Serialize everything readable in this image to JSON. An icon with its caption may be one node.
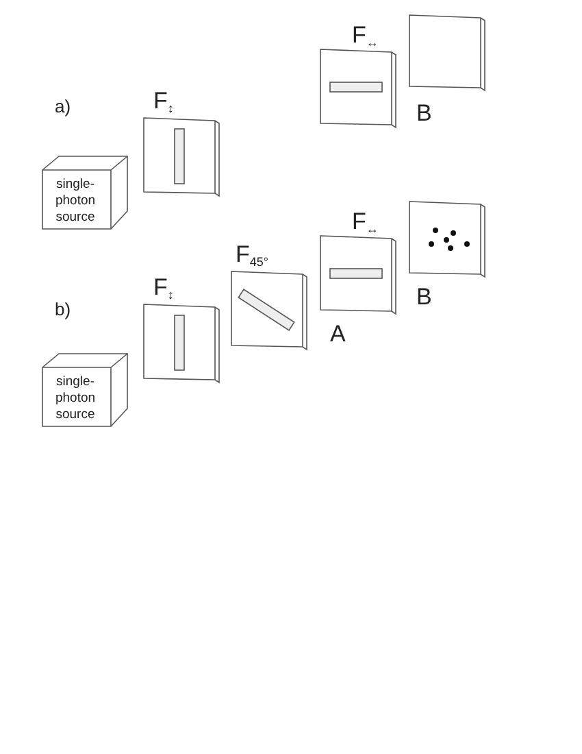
{
  "diagram": {
    "nodes": [
      {
        "text": [
          "single-photon source"
        ]
      },
      {
        "text": [
          "F$_{↕}$"
        ]
      },
      {
        "text": [
          "F$_{↔}$"
        ]
      },
      {
        "text": [
          "B"
        ]
      },
      {
        "text": [
          "single-photon source"
        ]
      },
      {
        "text": [
          "F$_{↕}$"
        ]
      },
      {
        "text": [
          "F$_{45°}$"
        ]
      },
      {
        "text": [
          "F$_{↔}$"
        ],
        "beside": [
          "A"
        ]
      },
      {
        "text": [
          "B"
        ]
      }
    ],
    "labels": [
      "a)",
      "b)"
    ]
  }
}
